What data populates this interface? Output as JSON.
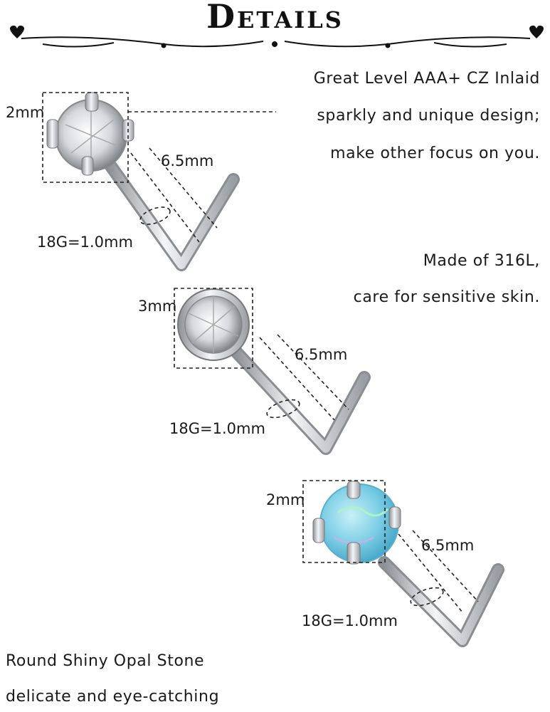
{
  "header": {
    "title": "Details"
  },
  "features": {
    "line1": "Great Level AAA+ CZ Inlaid",
    "line2": "sparkly and unique design;",
    "line3": "make other focus on you.",
    "material1": "Made of 316L,",
    "material2": "care for sensitive skin.",
    "opal1": "Round Shiny Opal Stone",
    "opal2": "delicate and eye-catching"
  },
  "studs": [
    {
      "stone": "clear-cz-prong",
      "size": "2mm",
      "length": "6.5mm",
      "gauge": "18G=1.0mm"
    },
    {
      "stone": "clear-cz-bezel",
      "size": "3mm",
      "length": "6.5mm",
      "gauge": "18G=1.0mm"
    },
    {
      "stone": "blue-opal-prong",
      "size": "2mm",
      "length": "6.5mm",
      "gauge": "18G=1.0mm"
    }
  ],
  "colors": {
    "text": "#1a1a1a",
    "metal": "#c9ccd1",
    "opal": "#7fd0e6"
  }
}
